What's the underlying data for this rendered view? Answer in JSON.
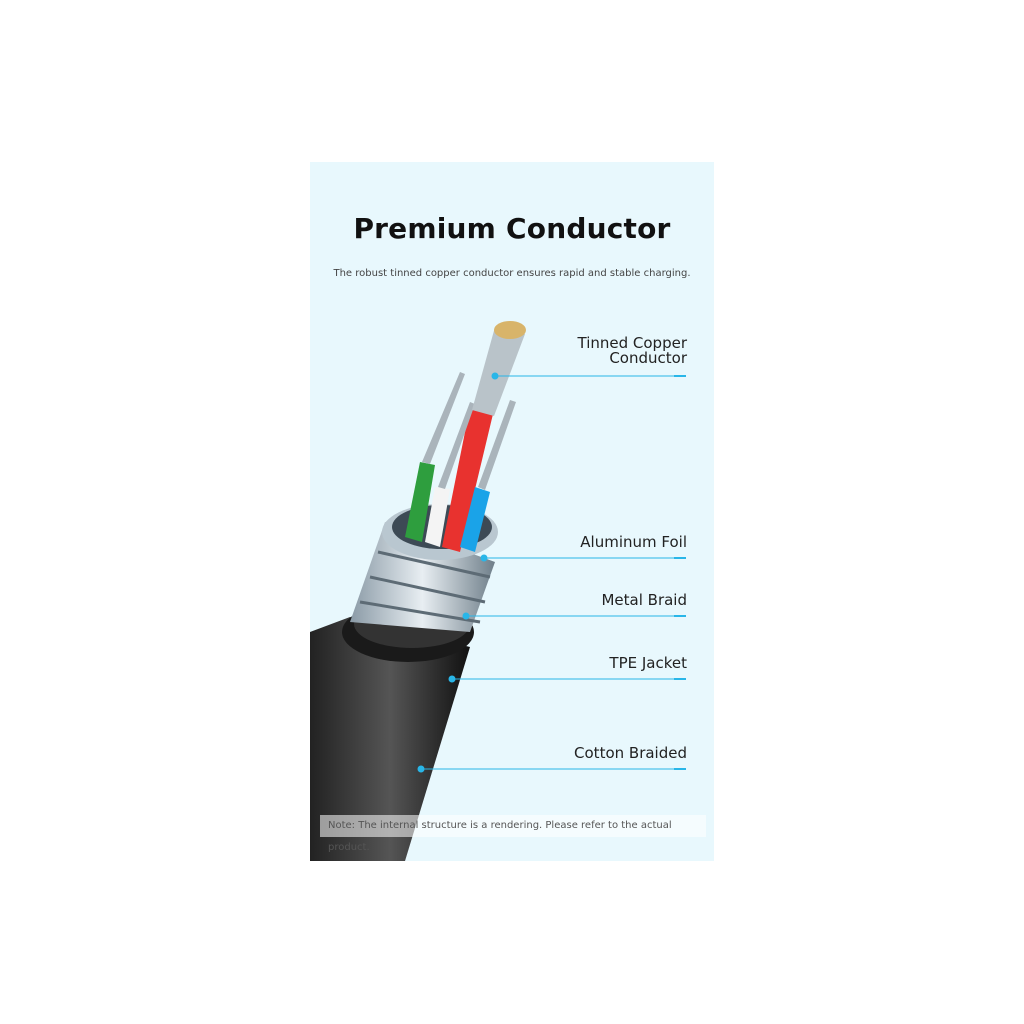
{
  "title": "Premium Conductor",
  "subtitle": "The robust tinned copper conductor ensures rapid and stable charging.",
  "layers": [
    {
      "label": "Tinned Copper Conductor"
    },
    {
      "label": "Aluminum Foil"
    },
    {
      "label": "Metal Braid"
    },
    {
      "label": "TPE Jacket"
    },
    {
      "label": "Cotton Braided"
    }
  ],
  "note": "Note: The internal structure is a rendering. Please refer to the actual product.",
  "colors": {
    "background": "#e8f8fd",
    "callout": "#29b6e8",
    "wire_green": "#2e9e3e",
    "wire_red": "#e8322f",
    "wire_blue": "#1aa3e8",
    "wire_white": "#f4f4f4"
  }
}
